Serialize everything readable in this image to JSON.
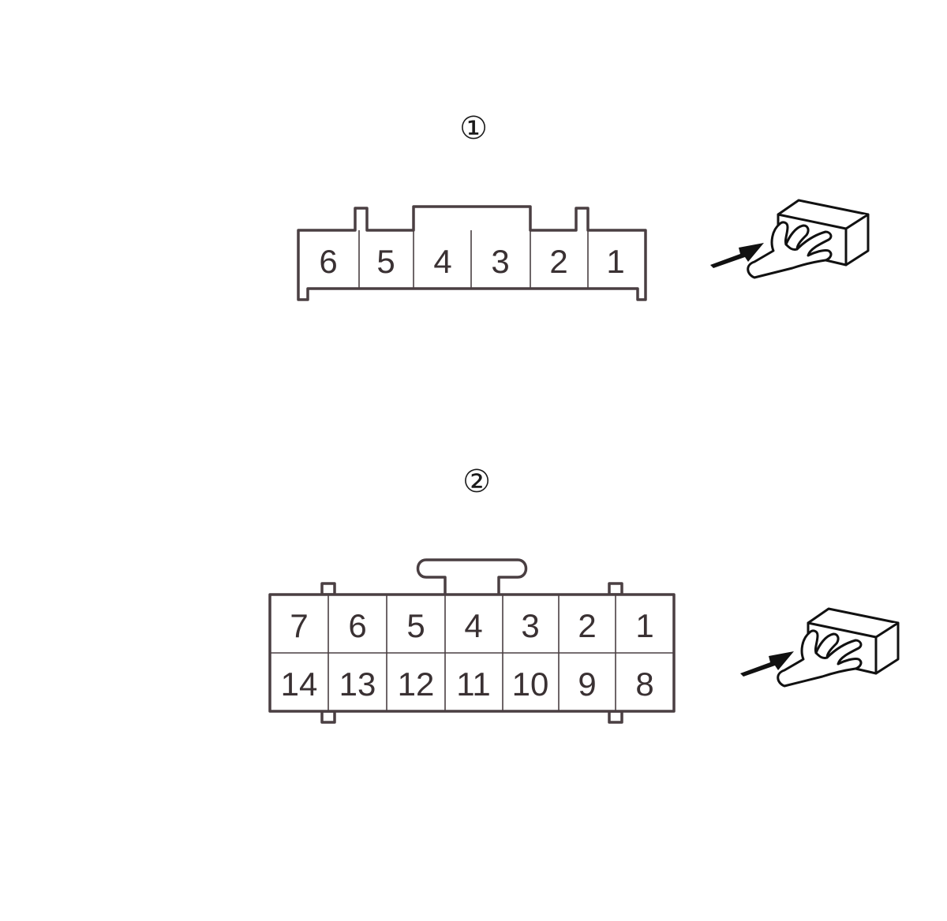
{
  "connectors": [
    {
      "marker": "①",
      "rows": [
        [
          "6",
          "5",
          "4",
          "3",
          "2",
          "1"
        ]
      ]
    },
    {
      "marker": "②",
      "rows": [
        [
          "7",
          "6",
          "5",
          "4",
          "3",
          "2",
          "1"
        ],
        [
          "14",
          "13",
          "12",
          "11",
          "10",
          "9",
          "8"
        ]
      ]
    }
  ],
  "icons": {
    "view_direction": "hand-pointing-icon",
    "arrow": "arrow-right-icon"
  },
  "colors": {
    "line": "#4a3f42",
    "text": "#3a3133",
    "background": "#ffffff"
  }
}
